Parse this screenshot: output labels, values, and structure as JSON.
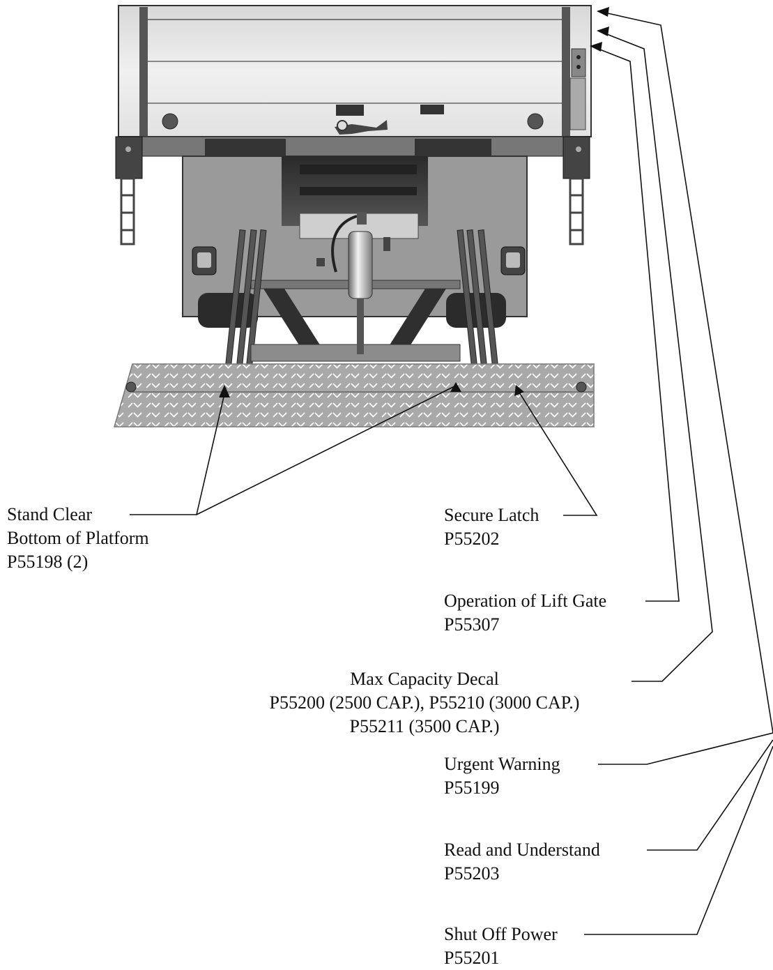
{
  "colors": {
    "ink": "#111111",
    "body_light": "#e6e6e6",
    "body_dark": "#3a3a3a",
    "platform": "#a8a8a8"
  },
  "callouts": {
    "stand_clear": {
      "lines": [
        "Stand Clear",
        "Bottom of Platform",
        "P55198 (2)"
      ]
    },
    "secure_latch": {
      "lines": [
        "Secure Latch",
        "P55202"
      ]
    },
    "operation": {
      "lines": [
        "Operation of Lift Gate",
        "P55307"
      ]
    },
    "max_capacity": {
      "lines": [
        "Max Capacity Decal",
        "P55200 (2500 CAP.), P55210 (3000 CAP.)",
        "P55211 (3500 CAP.)"
      ]
    },
    "urgent_warning": {
      "lines": [
        "Urgent Warning",
        "P55199"
      ]
    },
    "read_understand": {
      "lines": [
        "Read and Understand",
        "P55203"
      ]
    },
    "shut_off_power": {
      "lines": [
        "Shut Off Power",
        "P55201"
      ]
    }
  }
}
